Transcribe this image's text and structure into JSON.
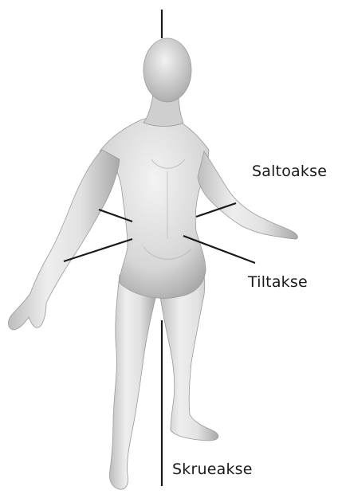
{
  "diagram": {
    "labels": {
      "saltoakse": "Saltoakse",
      "tiltakse": "Tiltakse",
      "skrueakse": "Skrueakse"
    },
    "colors": {
      "background": "#ffffff",
      "figure_light": "#f4f4f4",
      "figure_mid": "#d8d8d8",
      "figure_dark": "#a9a9a9",
      "axis_line": "#1a1a1a",
      "text": "#1a1a1a"
    }
  }
}
